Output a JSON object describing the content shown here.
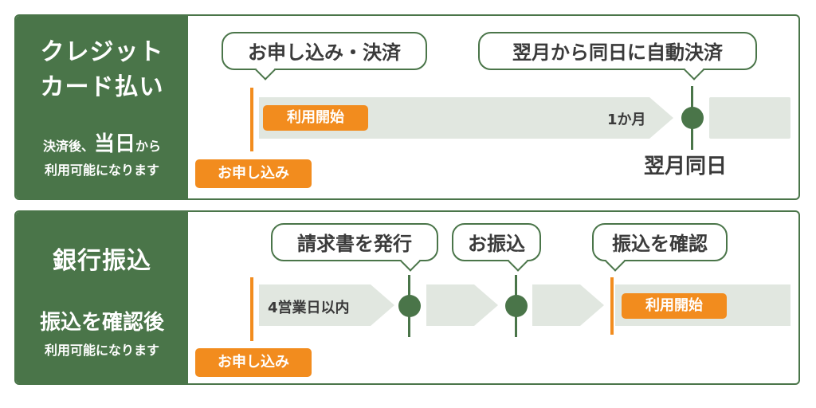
{
  "card": {
    "title_line1": "クレジット",
    "title_line2": "カード払い",
    "note_prefix": "決済後、",
    "note_emph": "当日",
    "note_suffix": "から",
    "note_line2": "利用可能になります",
    "bubble_apply": "お申し込み・決済",
    "bubble_auto": "翌月から同日に自動決済",
    "label_use_start": "利用開始",
    "label_apply": "お申し込み",
    "text_month": "1か月",
    "text_next_month_day": "翌月同日"
  },
  "bank": {
    "title": "銀行振込",
    "note_line1": "振込を確認後",
    "note_line2": "利用可能になります",
    "bubble_invoice": "請求書を発行",
    "bubble_transfer": "お振込",
    "bubble_confirm": "振込を確認",
    "text_business_days": "4営業日以内",
    "label_use_start": "利用開始",
    "label_apply": "お申し込み"
  },
  "colors": {
    "green": "#4a7549",
    "orange": "#f28c1e",
    "band": "#e1e7e0"
  }
}
